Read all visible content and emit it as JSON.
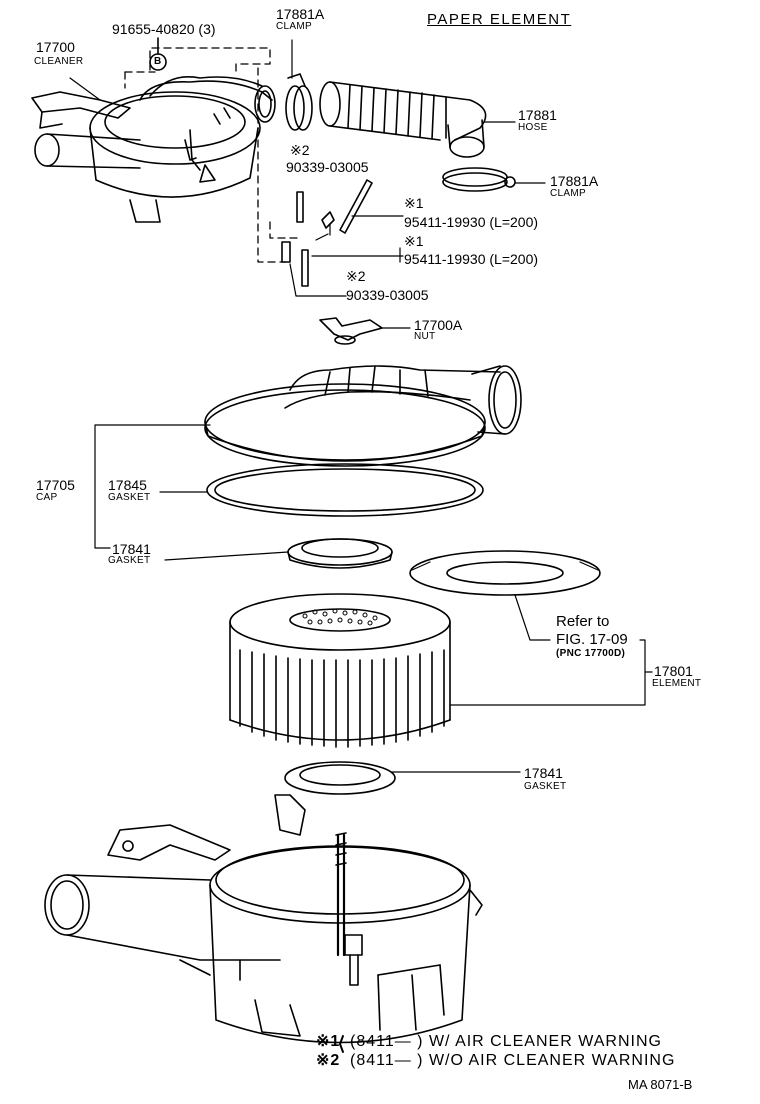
{
  "title": "PAPER  ELEMENT",
  "labels": {
    "p91655": "91655-40820 (3)",
    "circleB": "B",
    "p17700": "17700",
    "n17700": "CLEANER",
    "p17881a_top": "17881A",
    "n17881a_top": "CLAMP",
    "p17881": "17881",
    "n17881": "HOSE",
    "p17881a_right": "17881A",
    "n17881a_right": "CLAMP",
    "mark2_top": "※2",
    "p90339_top": "90339-03005",
    "mark1_top": "※1",
    "p95411_top": "95411-19930 (L=200)",
    "mark1_mid": "※1",
    "p95411_mid": "95411-19930 (L=200)",
    "mark2_bot": "※2",
    "p90339_bot": "90339-03005",
    "p17700a": "17700A",
    "n17700a": "NUT",
    "p17705": "17705",
    "n17705": "CAP",
    "p17845": "17845",
    "n17845": "GASKET",
    "p17841_left": "17841",
    "n17841_left": "GASKET",
    "refer_to": "Refer to",
    "fig_ref": "FIG. 17-09",
    "pnc_ref": "(PNC 17700D)",
    "p17801": "17801",
    "n17801": "ELEMENT",
    "p17841_right": "17841",
    "n17841_right": "GASKET"
  },
  "footnotes": [
    {
      "mark": "※1",
      "text": "(8411—         ) W/ AIR  CLEANER  WARNING"
    },
    {
      "mark": "※2",
      "text": "(8411—         ) W/O AIR  CLEANER  WARNING"
    }
  ],
  "figure_id": "MA  8071-B"
}
